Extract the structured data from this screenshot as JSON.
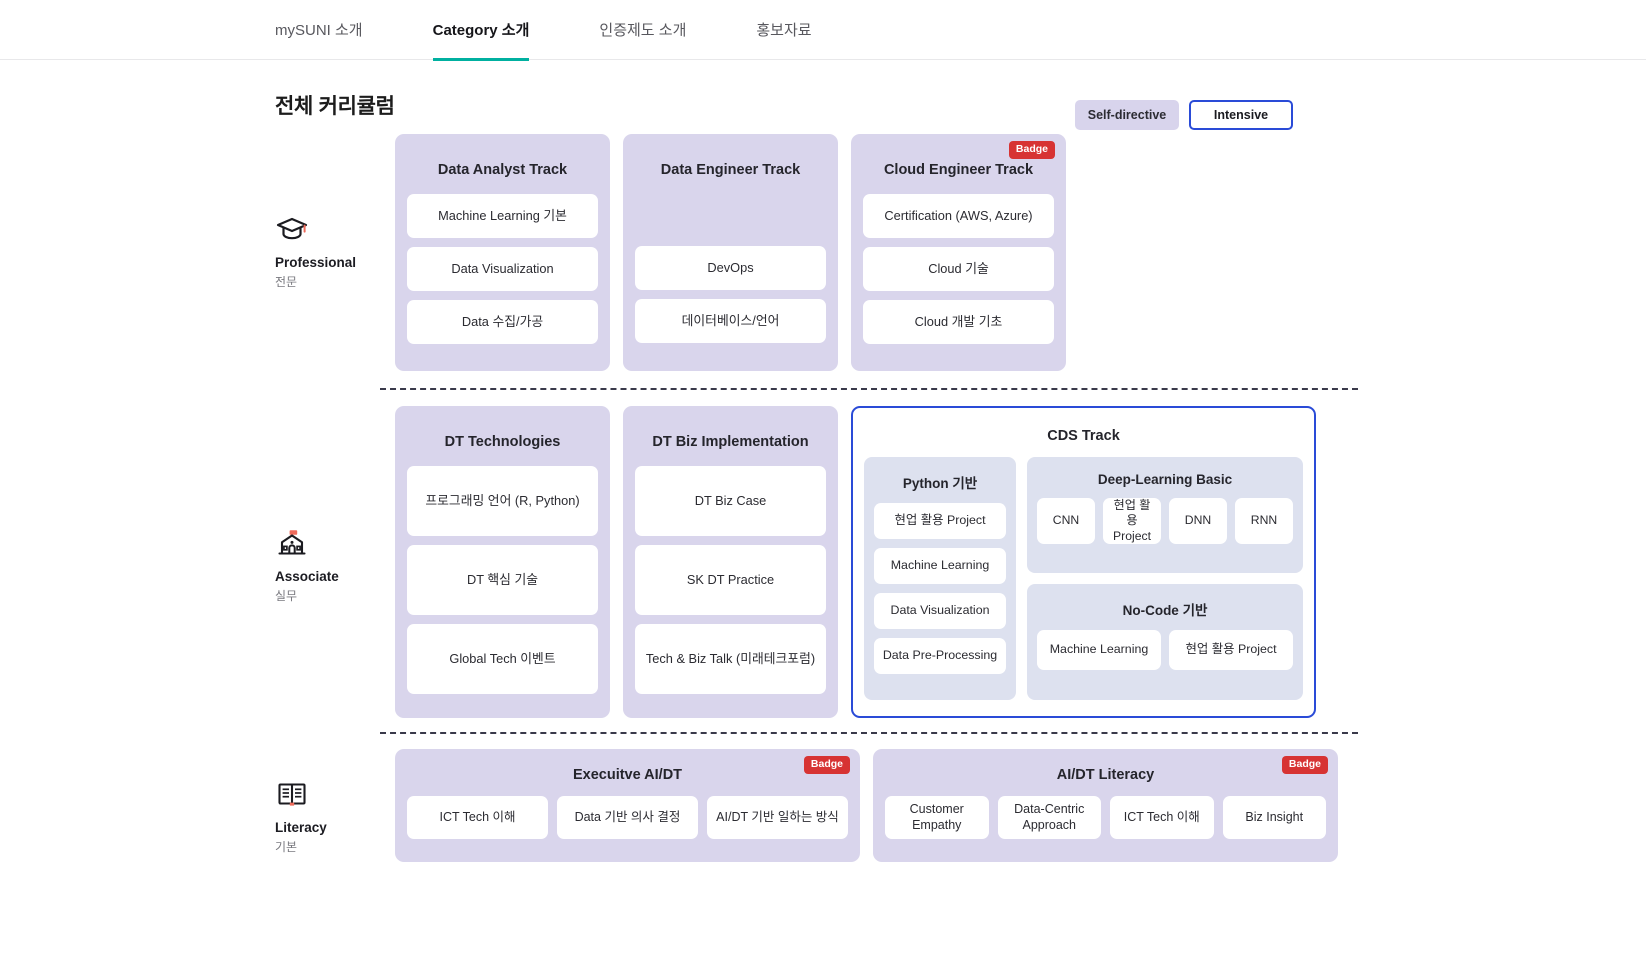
{
  "nav": {
    "items": [
      {
        "label": "mySUNI 소개",
        "active": false
      },
      {
        "label": "Category 소개",
        "active": true
      },
      {
        "label": "인증제도 소개",
        "active": false
      },
      {
        "label": "홍보자료",
        "active": false
      }
    ]
  },
  "page": {
    "title": "전체 커리큘럼",
    "toggles": {
      "self_directive": "Self-directive",
      "intensive": "Intensive"
    }
  },
  "colors": {
    "accent_teal": "#00b0a0",
    "track_purple": "#d9d5ec",
    "subpanel_blue": "#dde1ef",
    "outline_blue": "#2a4bd7",
    "badge_red": "#d73333"
  },
  "badge_label": "Badge",
  "levels": {
    "professional": {
      "name": "Professional",
      "sub": "전문",
      "icon": "graduation-cap-icon"
    },
    "associate": {
      "name": "Associate",
      "sub": "실무",
      "icon": "school-building-icon"
    },
    "literacy": {
      "name": "Literacy",
      "sub": "기본",
      "icon": "open-book-icon"
    }
  },
  "professional": {
    "tracks": [
      {
        "title": "Data Analyst Track",
        "badge": false,
        "centered": false,
        "items": [
          "Machine Learning 기본",
          "Data Visualization",
          "Data 수집/가공"
        ]
      },
      {
        "title": "Data Engineer Track",
        "badge": false,
        "centered": true,
        "items": [
          "DevOps",
          "데이터베이스/언어"
        ]
      },
      {
        "title": "Cloud Engineer Track",
        "badge": true,
        "centered": false,
        "items": [
          "Certification (AWS, Azure)",
          "Cloud 기술",
          "Cloud 개발 기초"
        ]
      }
    ]
  },
  "associate": {
    "tracks": [
      {
        "title": "DT Technologies",
        "items": [
          "프로그래밍 언어 (R, Python)",
          "DT 핵심 기술",
          "Global Tech 이벤트"
        ]
      },
      {
        "title": "DT Biz Implementation",
        "items": [
          "DT Biz Case",
          "SK DT Practice",
          "Tech & Biz Talk (미래테크포럼)"
        ]
      }
    ],
    "cds": {
      "title": "CDS Track",
      "python": {
        "title": "Python 기반",
        "items": [
          "현업 활용 Project",
          "Machine Learning",
          "Data Visualization",
          "Data Pre-Processing"
        ]
      },
      "deep_learning": {
        "title": "Deep-Learning Basic",
        "items": [
          "CNN",
          "현업 활용 Project",
          "DNN",
          "RNN"
        ]
      },
      "no_code": {
        "title": "No-Code 기반",
        "items": [
          "Machine Learning",
          "현업 활용 Project"
        ]
      }
    }
  },
  "literacy": {
    "tracks": [
      {
        "title": "Execuitve AI/DT",
        "badge": true,
        "items": [
          "ICT Tech 이해",
          "Data 기반 의사 결정",
          "AI/DT 기반 일하는 방식"
        ]
      },
      {
        "title": "AI/DT Literacy",
        "badge": true,
        "items": [
          "Customer Empathy",
          "Data-Centric Approach",
          "ICT Tech 이해",
          "Biz Insight"
        ]
      }
    ]
  }
}
